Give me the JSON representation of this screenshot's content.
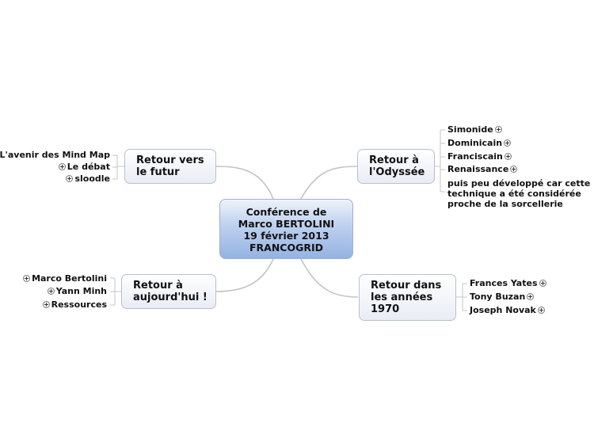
{
  "center": {
    "lines": [
      "Conférence de",
      "Marco BERTOLINI",
      "19 février 2013",
      "FRANCOGRID"
    ]
  },
  "branches": {
    "futur": {
      "label": "Retour vers\nle futur",
      "leaves": [
        "L'avenir des Mind Map",
        "Le débat",
        "sloodle"
      ]
    },
    "odyssee": {
      "label": "Retour à\nl'Odyssée",
      "leaves": [
        "Simonide",
        "Dominicain",
        "Franciscain",
        "Renaissance"
      ],
      "note_lines": [
        "puis peu développé car cette",
        "technique a été considérée",
        "proche de la sorcellerie"
      ]
    },
    "aujourdhui": {
      "label": "Retour à\naujourd'hui !",
      "leaves": [
        "Marco Bertolini",
        "Yann Minh",
        "Ressources"
      ]
    },
    "annees1970": {
      "label": "Retour dans\nles années\n1970",
      "leaves": [
        "Frances Yates",
        "Tony Buzan",
        "Joseph Novak"
      ]
    }
  },
  "colors": {
    "center_gradient_top": "#eef3fb",
    "center_gradient_bottom": "#94b3e2",
    "node_border": "#b9bfcc",
    "connector": "#c4c4c4"
  },
  "icons": {
    "expand": "plus-circle-icon"
  }
}
